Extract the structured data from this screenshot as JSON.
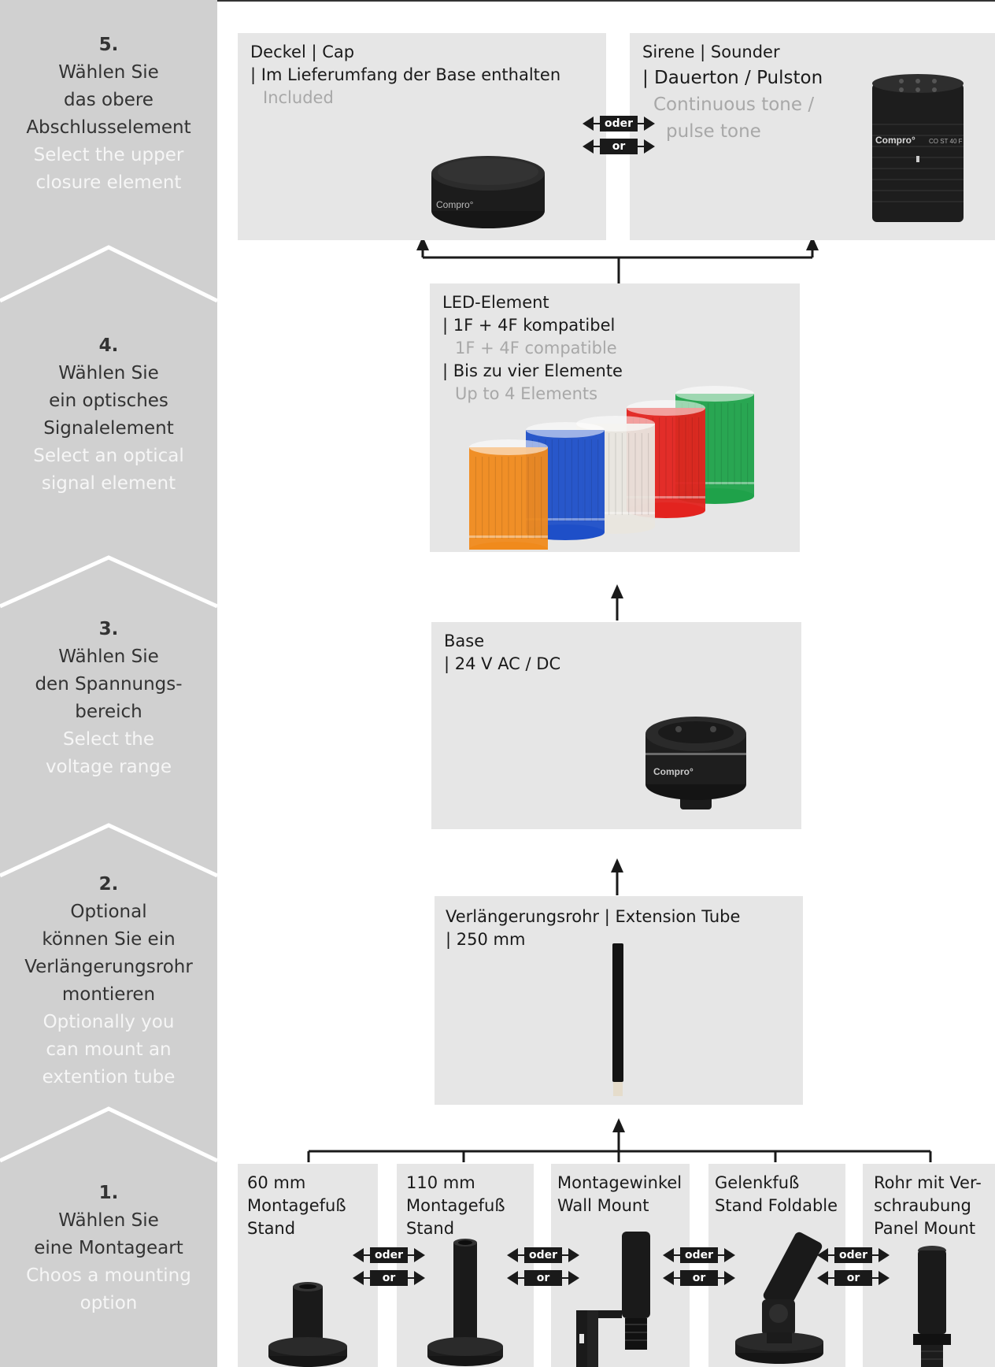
{
  "steps": [
    {
      "num": "5.",
      "de": [
        "Wählen Sie",
        "das obere",
        "Abschlusselement"
      ],
      "en": [
        "Select the upper",
        "closure element"
      ]
    },
    {
      "num": "4.",
      "de": [
        "Wählen Sie",
        "ein optisches",
        "Signalelement"
      ],
      "en": [
        "Select an optical",
        "signal element"
      ]
    },
    {
      "num": "3.",
      "de": [
        "Wählen Sie",
        "den Spannungs-",
        "bereich"
      ],
      "en": [
        "Select the",
        "voltage range"
      ]
    },
    {
      "num": "2.",
      "de": [
        "Optional",
        "können Sie ein",
        "Verlängerungsrohr",
        "montieren"
      ],
      "en": [
        "Optionally you",
        "can mount an",
        "extention tube"
      ]
    },
    {
      "num": "1.",
      "de": [
        "Wählen Sie",
        "eine Montageart"
      ],
      "en": [
        "Choos a mounting",
        "option"
      ]
    }
  ],
  "cap": {
    "title": "Deckel | Cap",
    "line1": "| Im Lieferumfang der Base enthalten",
    "line1_en": "Included"
  },
  "sounder": {
    "title": "Sirene | Sounder",
    "line1": "| Dauerton / Pulston",
    "line1_en_a": "Continuous tone /",
    "line1_en_b": "pulse tone",
    "brand": "Compro°",
    "code": "CO ST 40 F"
  },
  "led": {
    "title": "LED-Element",
    "line1": "| 1F + 4F kompatibel",
    "line1_en": "1F + 4F compatible",
    "line2": "| Bis zu vier Elemente",
    "line2_en": "Up to 4 Elements",
    "colors": [
      "#f08a1c",
      "#1e4fc8",
      "#e9e6df",
      "#e3231f",
      "#1fa24a"
    ]
  },
  "base": {
    "title": "Base",
    "line1": "| 24 V AC / DC",
    "brand": "Compro°"
  },
  "tube": {
    "title": "Verlängerungsrohr | Extension Tube",
    "line1": "| 250 mm"
  },
  "cap_brand": "Compro°",
  "mounts": [
    {
      "l1": "60 mm",
      "l2": "Montagefuß",
      "l3": "Stand"
    },
    {
      "l1": "110 mm",
      "l2": "Montagefuß",
      "l3": "Stand"
    },
    {
      "l1": "Montagewinkel",
      "l2": "Wall Mount",
      "l3": ""
    },
    {
      "l1": "Gelenkfuß",
      "l2": "Stand Foldable",
      "l3": ""
    },
    {
      "l1": "Rohr mit Ver-",
      "l2": "schraubung",
      "l3": "Panel Mount"
    }
  ],
  "or_de": "oder",
  "or_en": "or",
  "colors": {
    "sidebar": "#d0d0d0",
    "panel": "#e6e6e6",
    "text": "#1a1a1a",
    "muted": "#a8a8a8"
  }
}
